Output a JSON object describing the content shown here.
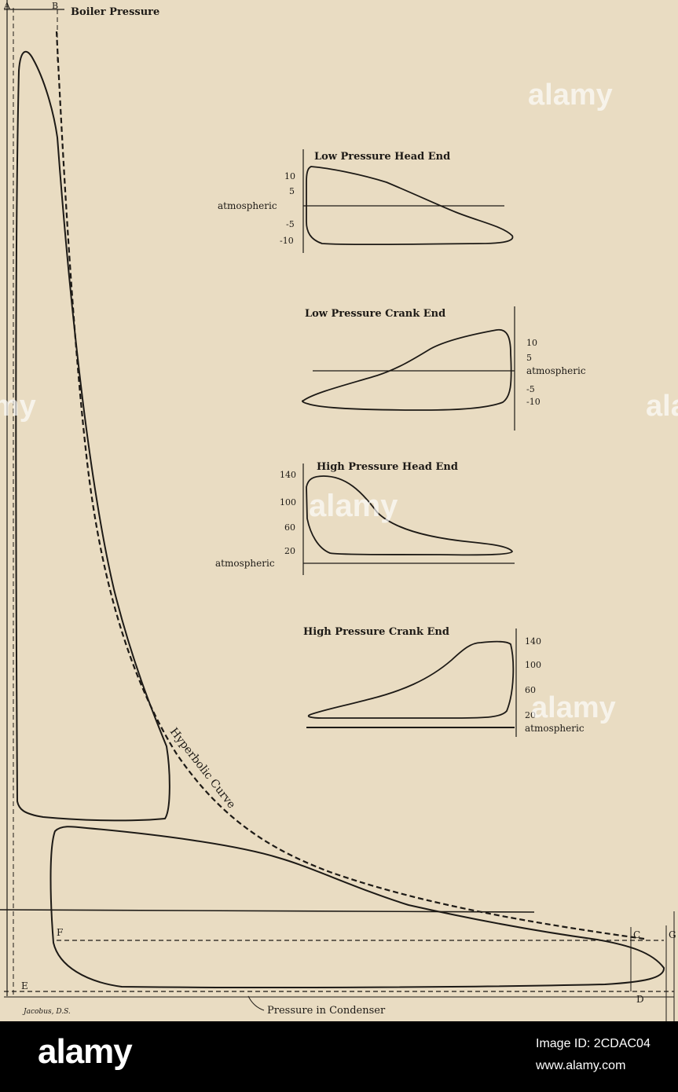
{
  "main_diagram": {
    "label_a": "A",
    "label_b": "B",
    "boiler_pressure": "Boiler Pressure",
    "label_c": "C",
    "label_d": "D",
    "label_e": "E",
    "label_f": "F",
    "label_g": "G",
    "hyperbolic_curve": "Hyperbolic Curve",
    "pressure_in_condenser": "Pressure in Condenser",
    "author": "Jacobus, D.S."
  },
  "inset_lp_head": {
    "title": "Low Pressure Head End",
    "ticks": [
      "10",
      "5",
      "atmospheric",
      "-5",
      "-10"
    ]
  },
  "inset_lp_crank": {
    "title": "Low Pressure Crank End",
    "ticks": [
      "10",
      "5",
      "atmospheric",
      "-5",
      "-10"
    ]
  },
  "inset_hp_head": {
    "title": "High Pressure Head End",
    "ticks": [
      "140",
      "100",
      "60",
      "20",
      "atmospheric"
    ]
  },
  "inset_hp_crank": {
    "title": "High Pressure Crank End",
    "ticks": [
      "140",
      "100",
      "60",
      "20",
      "atmospheric"
    ]
  },
  "footer": {
    "brand": "alamy",
    "image_id": "Image ID: 2CDAC04",
    "site": "www.alamy.com"
  },
  "watermark": "alamy"
}
